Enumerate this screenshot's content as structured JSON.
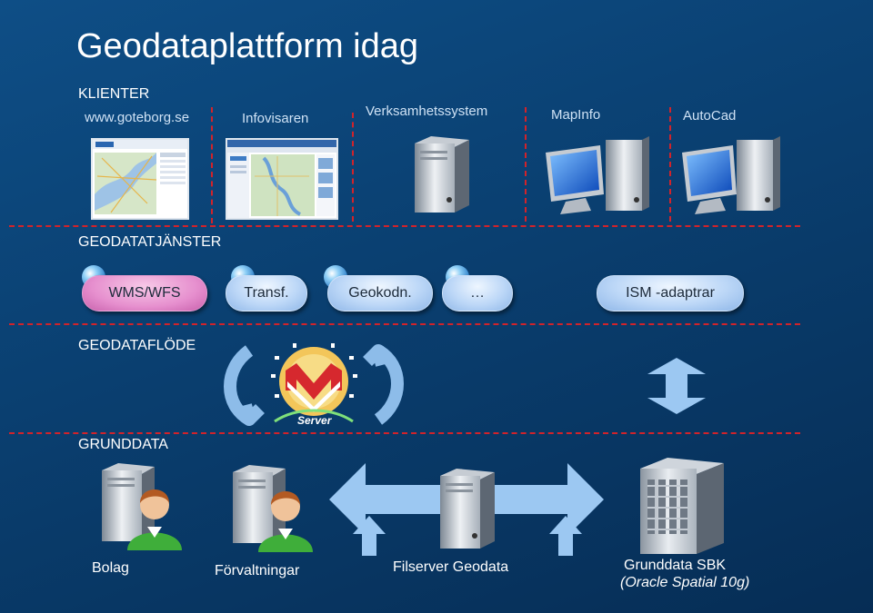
{
  "title": "Geodataplattform idag",
  "sections": {
    "klienter": "KLIENTER",
    "geodatatjanster": "GEODATATJÄNSTER",
    "geodataflode": "GEODATAFLÖDE",
    "grunddata": "GRUNDDATA"
  },
  "clients": {
    "goteborg": "www.goteborg.se",
    "infovisaren": "Infovisaren",
    "verksamhetssystem": "Verksamhetssystem",
    "mapinfo": "MapInfo",
    "autocad": "AutoCad"
  },
  "services": {
    "wms_wfs": "WMS/WFS",
    "transf": "Transf.",
    "geokodn": "Geokodn.",
    "ellipsis": "…",
    "ism": "ISM -adaptrar"
  },
  "logo": {
    "server_text": "Server"
  },
  "grunddata_labels": {
    "bolag": "Bolag",
    "forvaltningar": "Förvaltningar",
    "filserver": "Filserver Geodata",
    "sbk_line1": "Grunddata SBK",
    "sbk_line2": "(Oracle Spatial 10g)"
  },
  "colors": {
    "background": "#0a3f70",
    "divider": "#d2232a",
    "pill_pink": "#e68fce",
    "pill_blue": "#bcd7f7",
    "arrow_blue": "#9cc8f2"
  }
}
